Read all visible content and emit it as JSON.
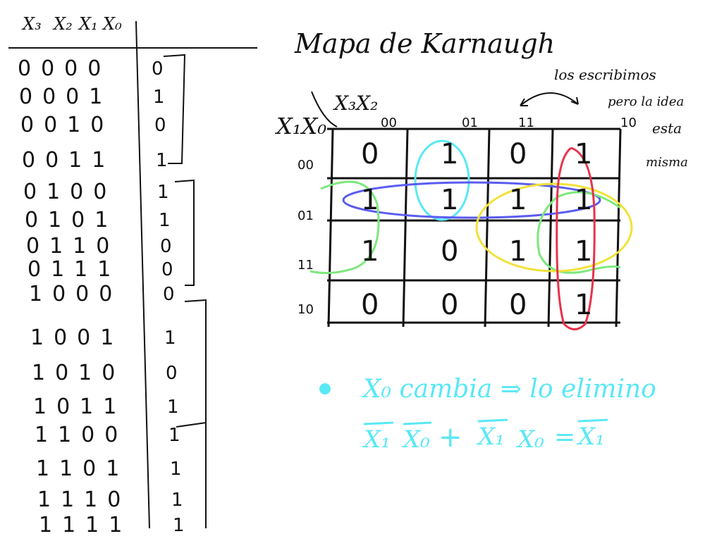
{
  "truth_table": {
    "headers": [
      "X₃",
      "X₂",
      "X₁",
      "X₀"
    ],
    "rows": [
      {
        "bits": "0000",
        "f": "0"
      },
      {
        "bits": "0001",
        "f": "1"
      },
      {
        "bits": "0010",
        "f": "0"
      },
      {
        "bits": "0011",
        "f": "1"
      },
      {
        "bits": "0100",
        "f": "1"
      },
      {
        "bits": "0101",
        "f": "1"
      },
      {
        "bits": "0110",
        "f": "0"
      },
      {
        "bits": "0111",
        "f": "0"
      },
      {
        "bits": "1000",
        "f": "0"
      },
      {
        "bits": "1001",
        "f": "1"
      },
      {
        "bits": "1010",
        "f": "0"
      },
      {
        "bits": "1011",
        "f": "1"
      },
      {
        "bits": "1100",
        "f": "1"
      },
      {
        "bits": "1101",
        "f": "1"
      },
      {
        "bits": "1110",
        "f": "1"
      },
      {
        "bits": "1111",
        "f": "1"
      }
    ]
  },
  "kmap": {
    "title": "Mapa de Karnaugh",
    "col_var": "X₃X₂",
    "row_var": "X₁X₀",
    "col_labels": [
      "00",
      "01",
      "11",
      "10"
    ],
    "row_labels": [
      "00",
      "01",
      "11",
      "10"
    ],
    "cells": [
      [
        "0",
        "1",
        "0",
        "1"
      ],
      [
        "1",
        "1",
        "1",
        "1"
      ],
      [
        "1",
        "0",
        "1",
        "1"
      ],
      [
        "0",
        "0",
        "0",
        "1"
      ]
    ],
    "group_colors": {
      "cyan": "#5ae8f5",
      "blue": "#5b5bf0",
      "green": "#7de87d",
      "yellow": "#f2e23a",
      "red": "#e8324a"
    }
  },
  "annotation": {
    "line1": "los escribimos",
    "line2": "pero la idea",
    "line3": "esta",
    "line4": "misma"
  },
  "note": {
    "bullet": "X₀ cambia ⇒ lo elimino",
    "equation_parts": [
      "X₁",
      "X₀",
      "+",
      "X₁",
      "X₀",
      "=",
      "X₁"
    ]
  }
}
